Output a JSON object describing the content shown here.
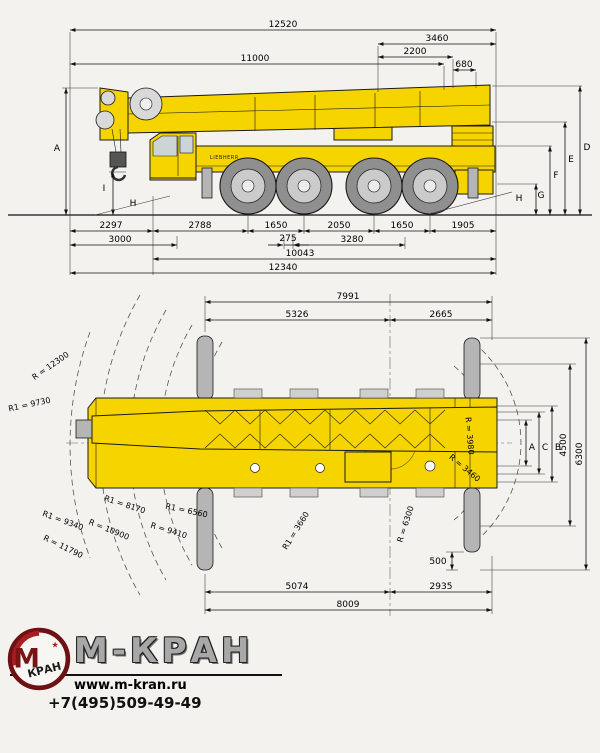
{
  "colors": {
    "background": "#f3f2ee",
    "crane_yellow": "#f6d400",
    "line_dark": "#1a1a1a",
    "logo_red": "#8e1a1c"
  },
  "side_view": {
    "brand": "LIEBHERR",
    "dims_top": {
      "overall_boom": "12520",
      "rear_3460": "3460",
      "rear_2200": "2200",
      "boom_11000": "11000",
      "rear_680": "680"
    },
    "dims_bottom": {
      "front_overhang": "2297",
      "bumper_axle1": "2788",
      "axle1_axle2": "1650",
      "axle2_axle3": "2050",
      "axle3_axle4": "1650",
      "rear_overhang": "1905",
      "front_3000": "3000",
      "slew_275": "275",
      "slew_3280": "3280",
      "chassis_10043": "10043",
      "overall_12340": "12340"
    },
    "letters": {
      "a": "A",
      "d": "D",
      "e": "E",
      "f": "F",
      "g": "G",
      "h_front": "H",
      "h_rear": "H",
      "i": "I"
    }
  },
  "top_view": {
    "dims_top": {
      "outrigger_7991": "7991",
      "front_5326": "5326",
      "rear_2665": "2665"
    },
    "dims_bottom": {
      "front_5074": "5074",
      "rear_2935": "2935",
      "base_8009": "8009"
    },
    "dims_right": {
      "spread_6300": "6300",
      "spread_4500": "4500",
      "b": "B",
      "c": "C",
      "a": "A",
      "offset_500": "500"
    },
    "radii": {
      "r_12300": "R = 12300",
      "r1_9730": "R1 = 9730",
      "r1_9340": "R1 = 9340",
      "r_10900": "R = 10900",
      "r1_8170": "R1 = 8170",
      "r1_6560": "R1 = 6560",
      "r_9410": "R = 9410",
      "r_11790": "R = 11790",
      "r1_3660": "R1 = 3660",
      "r_6300": "R = 6300",
      "r_3980": "R = 3980",
      "r_3460": "R = 3460"
    }
  },
  "footer": {
    "logo_title": "М-КРАН",
    "logo_m": "М",
    "logo_kran": "КРАН",
    "website": "www.m-kran.ru",
    "phone": "+7(495)509-49-49"
  }
}
